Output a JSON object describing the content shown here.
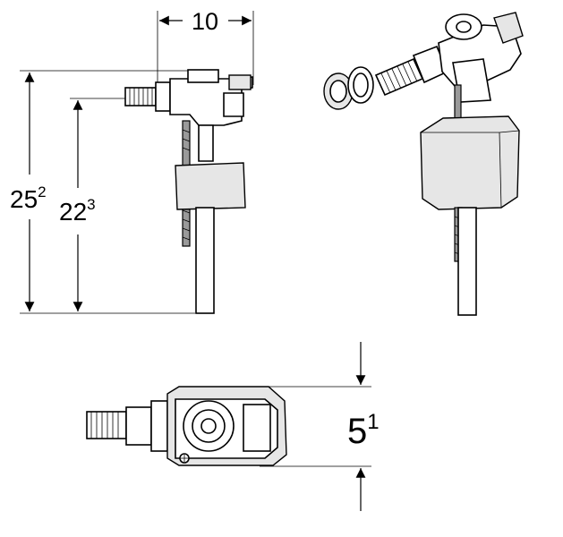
{
  "dimensions": {
    "width_top": {
      "value": "10"
    },
    "height_total": {
      "value": "25",
      "sup": "2"
    },
    "height_inlet": {
      "value": "22",
      "sup": "3"
    },
    "depth_plan": {
      "value": "5",
      "sup": "1"
    }
  }
}
